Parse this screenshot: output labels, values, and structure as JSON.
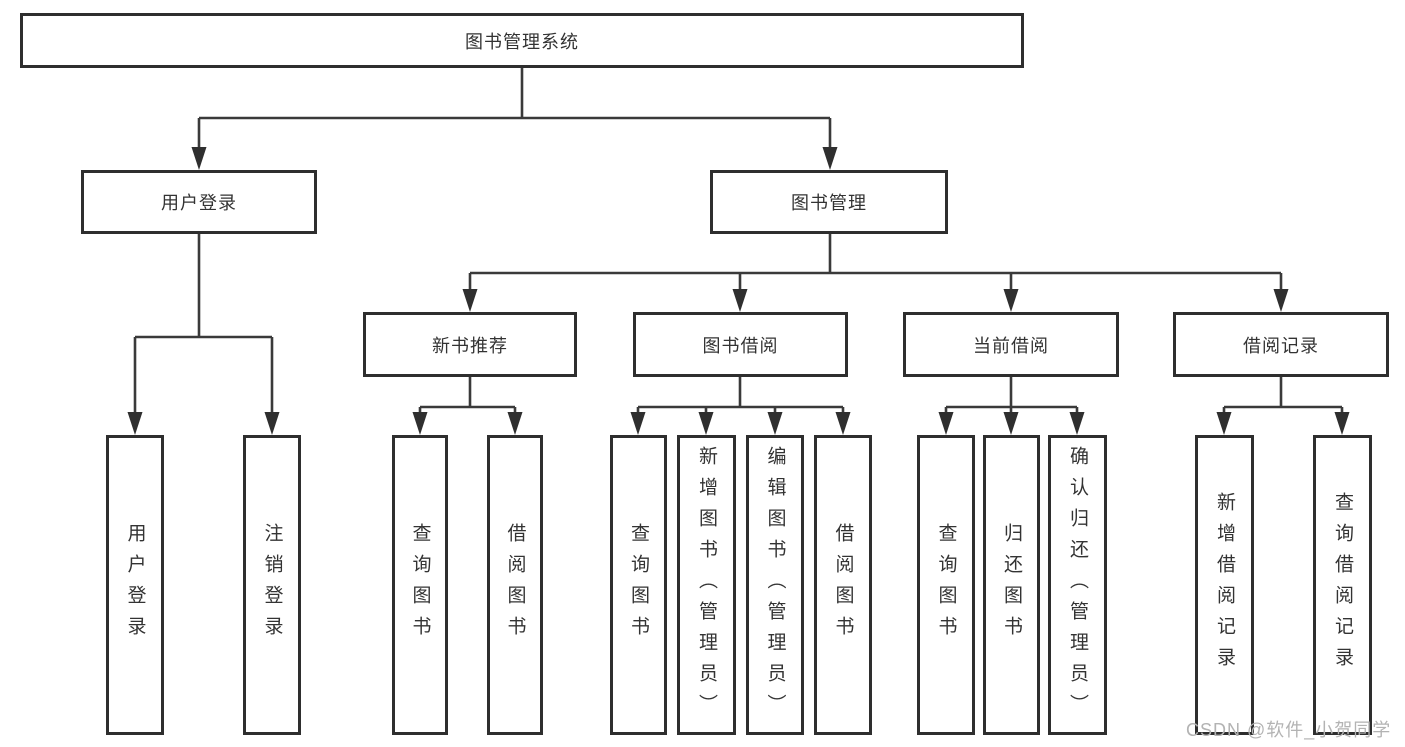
{
  "tree": {
    "label": "图书管理系统",
    "children": [
      {
        "label": "用户登录",
        "children": [
          {
            "label": "用户登录"
          },
          {
            "label": "注销登录"
          }
        ]
      },
      {
        "label": "图书管理",
        "children": [
          {
            "label": "新书推荐",
            "children": [
              {
                "label": "查询图书"
              },
              {
                "label": "借阅图书"
              }
            ]
          },
          {
            "label": "图书借阅",
            "children": [
              {
                "label": "查询图书"
              },
              {
                "label": "新增图书（管理员）"
              },
              {
                "label": "编辑图书（管理员）"
              },
              {
                "label": "借阅图书"
              }
            ]
          },
          {
            "label": "当前借阅",
            "children": [
              {
                "label": "查询图书"
              },
              {
                "label": "归还图书"
              },
              {
                "label": "确认归还（管理员）"
              }
            ]
          },
          {
            "label": "借阅记录",
            "children": [
              {
                "label": "新增借阅记录"
              },
              {
                "label": "查询借阅记录"
              }
            ]
          }
        ]
      }
    ]
  },
  "watermark": "CSDN @软件_小贺同学",
  "colors": {
    "background": "#ffffff",
    "connector_line": "#3a3a3a",
    "box_border": "#2e2e2e",
    "text": "#333333",
    "watermark": "#b3b3b3"
  }
}
